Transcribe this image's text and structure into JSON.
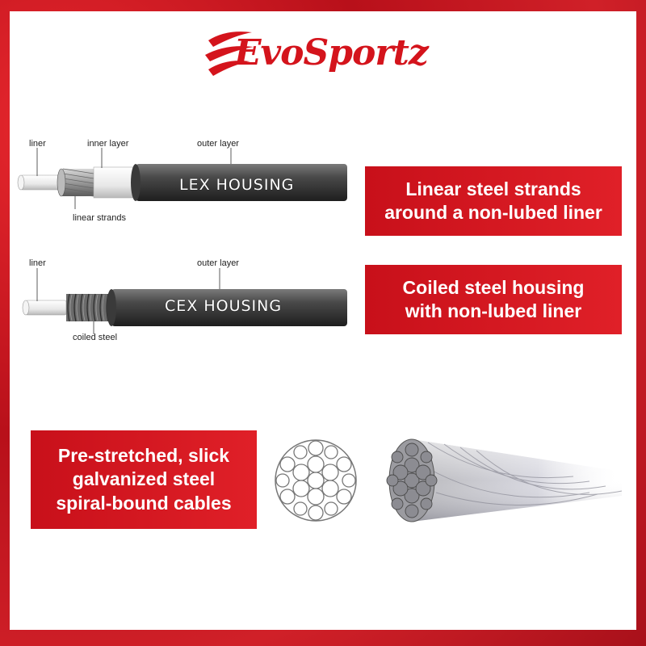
{
  "brand": {
    "name": "EvoSportz",
    "accent": "#d4141c"
  },
  "lex": {
    "housing_text": "LEX HOUSING",
    "labels": {
      "liner": "liner",
      "inner_layer": "inner layer",
      "outer_layer": "outer layer",
      "linear_strands": "linear strands"
    },
    "caption": [
      "Linear steel strands",
      "around a non-lubed liner"
    ]
  },
  "cex": {
    "housing_text": "CEX HOUSING",
    "labels": {
      "liner": "liner",
      "outer_layer": "outer layer",
      "coiled_steel": "coiled steel"
    },
    "caption": [
      "Coiled steel housing",
      "with non-lubed liner"
    ]
  },
  "cable": {
    "caption": [
      "Pre-stretched, slick",
      "galvanized steel",
      "spiral-bound cables"
    ]
  },
  "icons": [
    "brand-logo",
    "lex-housing-illustration",
    "cex-housing-illustration",
    "cable-cross-section-icon",
    "cable-strand-illustration"
  ]
}
